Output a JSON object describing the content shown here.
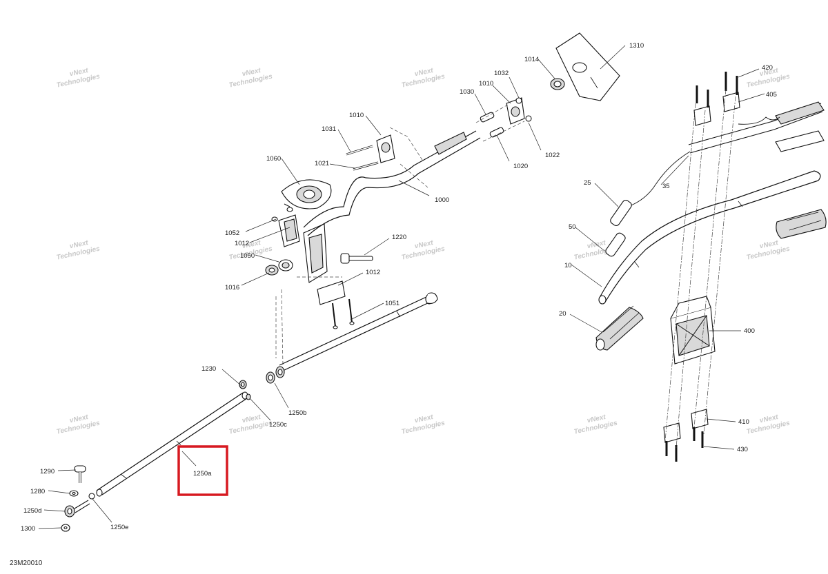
{
  "figure_id": "23M20010",
  "watermark": {
    "line1": "vNext",
    "line2": "Technologies"
  },
  "highlight": {
    "color": "#d71920",
    "target": "1250a"
  },
  "parts": [
    {
      "num": "1310"
    },
    {
      "num": "1014"
    },
    {
      "num": "1032"
    },
    {
      "num": "1010"
    },
    {
      "num": "1030"
    },
    {
      "num": "1010"
    },
    {
      "num": "1031"
    },
    {
      "num": "1022"
    },
    {
      "num": "1020"
    },
    {
      "num": "1021"
    },
    {
      "num": "1060"
    },
    {
      "num": "1000"
    },
    {
      "num": "1052"
    },
    {
      "num": "1012"
    },
    {
      "num": "1050"
    },
    {
      "num": "1016"
    },
    {
      "num": "1220"
    },
    {
      "num": "1012"
    },
    {
      "num": "1051"
    },
    {
      "num": "1230"
    },
    {
      "num": "1250b"
    },
    {
      "num": "1250c"
    },
    {
      "num": "1250a"
    },
    {
      "num": "1290"
    },
    {
      "num": "1280"
    },
    {
      "num": "1250d"
    },
    {
      "num": "1300"
    },
    {
      "num": "1250e"
    },
    {
      "num": "420"
    },
    {
      "num": "405"
    },
    {
      "num": "25"
    },
    {
      "num": "35"
    },
    {
      "num": "50"
    },
    {
      "num": "10"
    },
    {
      "num": "20"
    },
    {
      "num": "400"
    },
    {
      "num": "410"
    },
    {
      "num": "430"
    }
  ]
}
